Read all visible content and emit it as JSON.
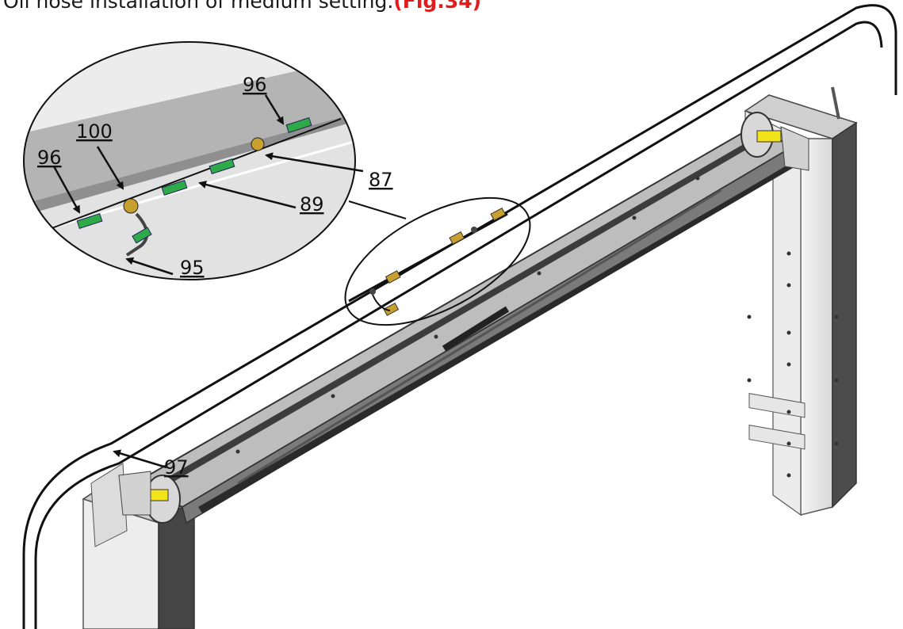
{
  "heading": {
    "text": "Oil hose installation of medium setting.",
    "figure_ref": "(Fig.34)"
  },
  "callouts": {
    "c96_top": "96",
    "c100": "100",
    "c96_left": "96",
    "c87": "87",
    "c89": "89",
    "c95": "95",
    "c97": "97"
  },
  "colors": {
    "figure_ref": "#e01c1c",
    "cylinder_rod": "#f2e21a",
    "fitting": "#2faa4a",
    "brass_fitting": "#c8a030"
  }
}
